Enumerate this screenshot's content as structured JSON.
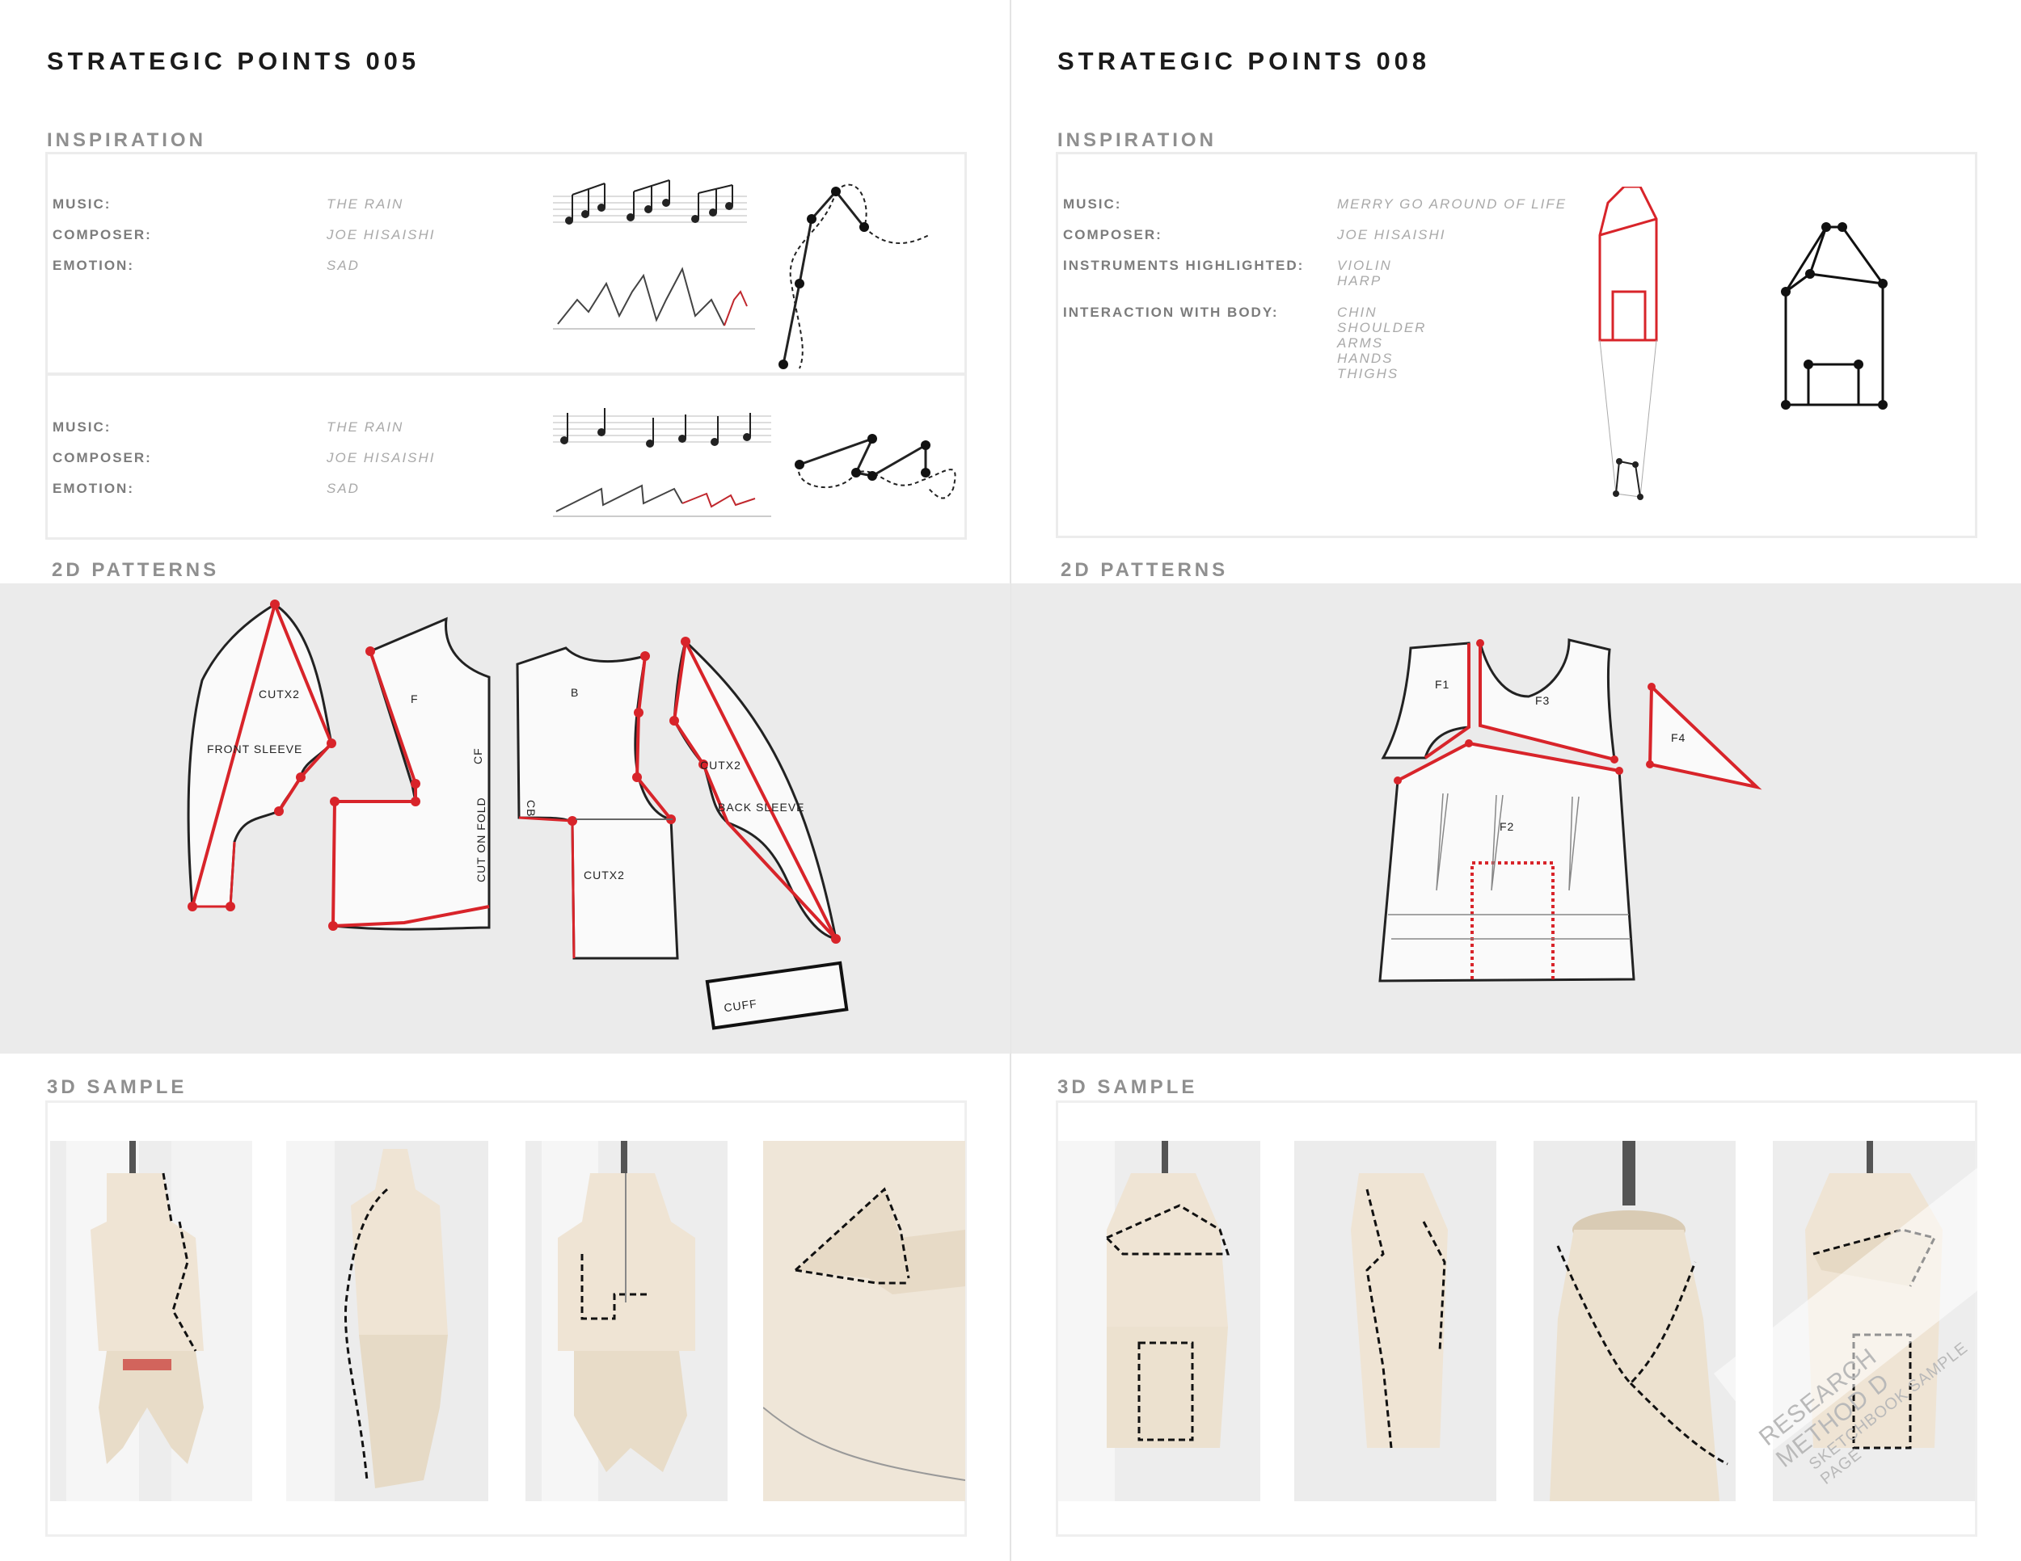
{
  "left_page": {
    "title": "STRATEGIC POINTS 005",
    "inspiration_label": "INSPIRATION",
    "patterns_label": "2D PATTERNS",
    "sample_label": "3D SAMPLE",
    "inspiration_rows": [
      {
        "music_label": "MUSIC:",
        "music": "THE RAIN",
        "composer_label": "COMPOSER:",
        "composer": "JOE HISAISHI",
        "emotion_label": "EMOTION:",
        "emotion": "SAD"
      },
      {
        "music_label": "MUSIC:",
        "music": "THE RAIN",
        "composer_label": "COMPOSER:",
        "composer": "JOE HISAISHI",
        "emotion_label": "EMOTION:",
        "emotion": "SAD"
      }
    ],
    "pattern_labels": {
      "cutx2_a": "CUTX2",
      "front_sleeve": "FRONT SLEEVE",
      "f": "F",
      "cf": "CF",
      "cut_on_fold": "CUT ON FOLD",
      "b": "B",
      "cb": "CB",
      "cutx2_b": "CUTX2",
      "cutx2_c": "CUTX2",
      "back_sleeve": "BACK SLEEVE",
      "cuff": "CUFF"
    }
  },
  "right_page": {
    "title": "STRATEGIC POINTS 008",
    "inspiration_label": "INSPIRATION",
    "patterns_label": "2D PATTERNS",
    "sample_label": "3D SAMPLE",
    "music_label": "MUSIC:",
    "music": "MERRY GO AROUND OF LIFE",
    "composer_label": "COMPOSER:",
    "composer": "JOE HISAISHI",
    "instruments_label": "INSTRUMENTS HIGHLIGHTED:",
    "instruments": [
      "VIOLIN",
      "HARP"
    ],
    "interaction_label": "INTERACTION WITH BODY:",
    "interaction": [
      "CHIN",
      "SHOULDER",
      "ARMS",
      "HANDS",
      "THIGHS"
    ],
    "pattern_labels": {
      "f1": "F1",
      "f2": "F2",
      "f3": "F3",
      "f4": "F4"
    }
  },
  "watermark": {
    "line1": "RESEARCH METHOD D",
    "line2": "SKETCHBOOK SAMPLE PAGE"
  },
  "colors": {
    "accent_red": "#d8242a",
    "band_gray": "#ebebeb",
    "label_gray": "#8f8f8f"
  }
}
